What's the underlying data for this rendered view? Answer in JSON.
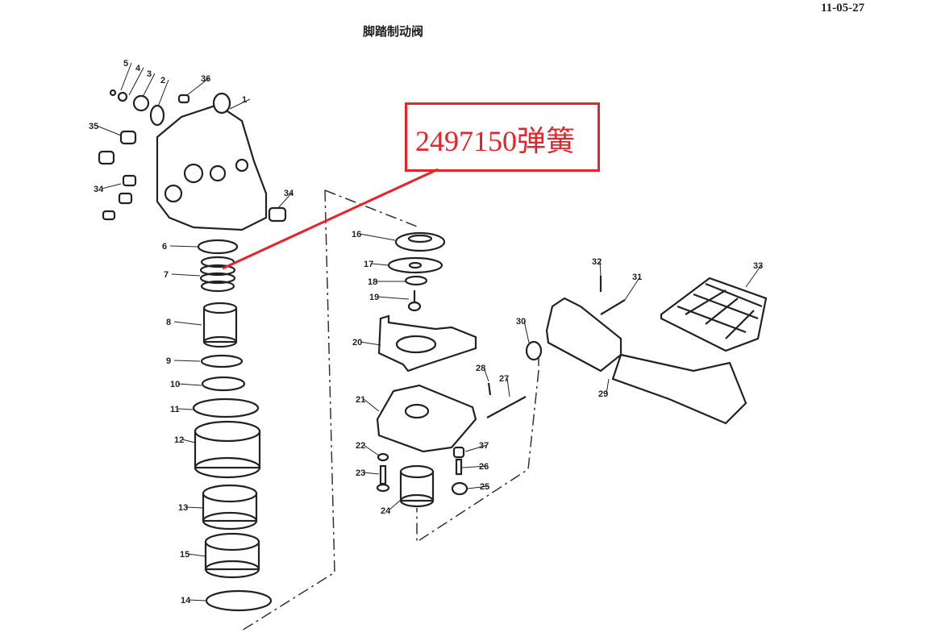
{
  "header": {
    "page_code": "11-05-27",
    "title": "脚踏制动阀"
  },
  "callout": {
    "text": "2497150弹簧",
    "color": "#e8232a"
  },
  "part_labels": [
    "5",
    "4",
    "3",
    "2",
    "36",
    "1",
    "35",
    "34",
    "34",
    "6",
    "7",
    "8",
    "9",
    "10",
    "11",
    "12",
    "13",
    "15",
    "14",
    "16",
    "17",
    "18",
    "19",
    "20",
    "21",
    "22",
    "23",
    "24",
    "37",
    "26",
    "25",
    "28",
    "27",
    "30",
    "32",
    "31",
    "33",
    "29"
  ]
}
